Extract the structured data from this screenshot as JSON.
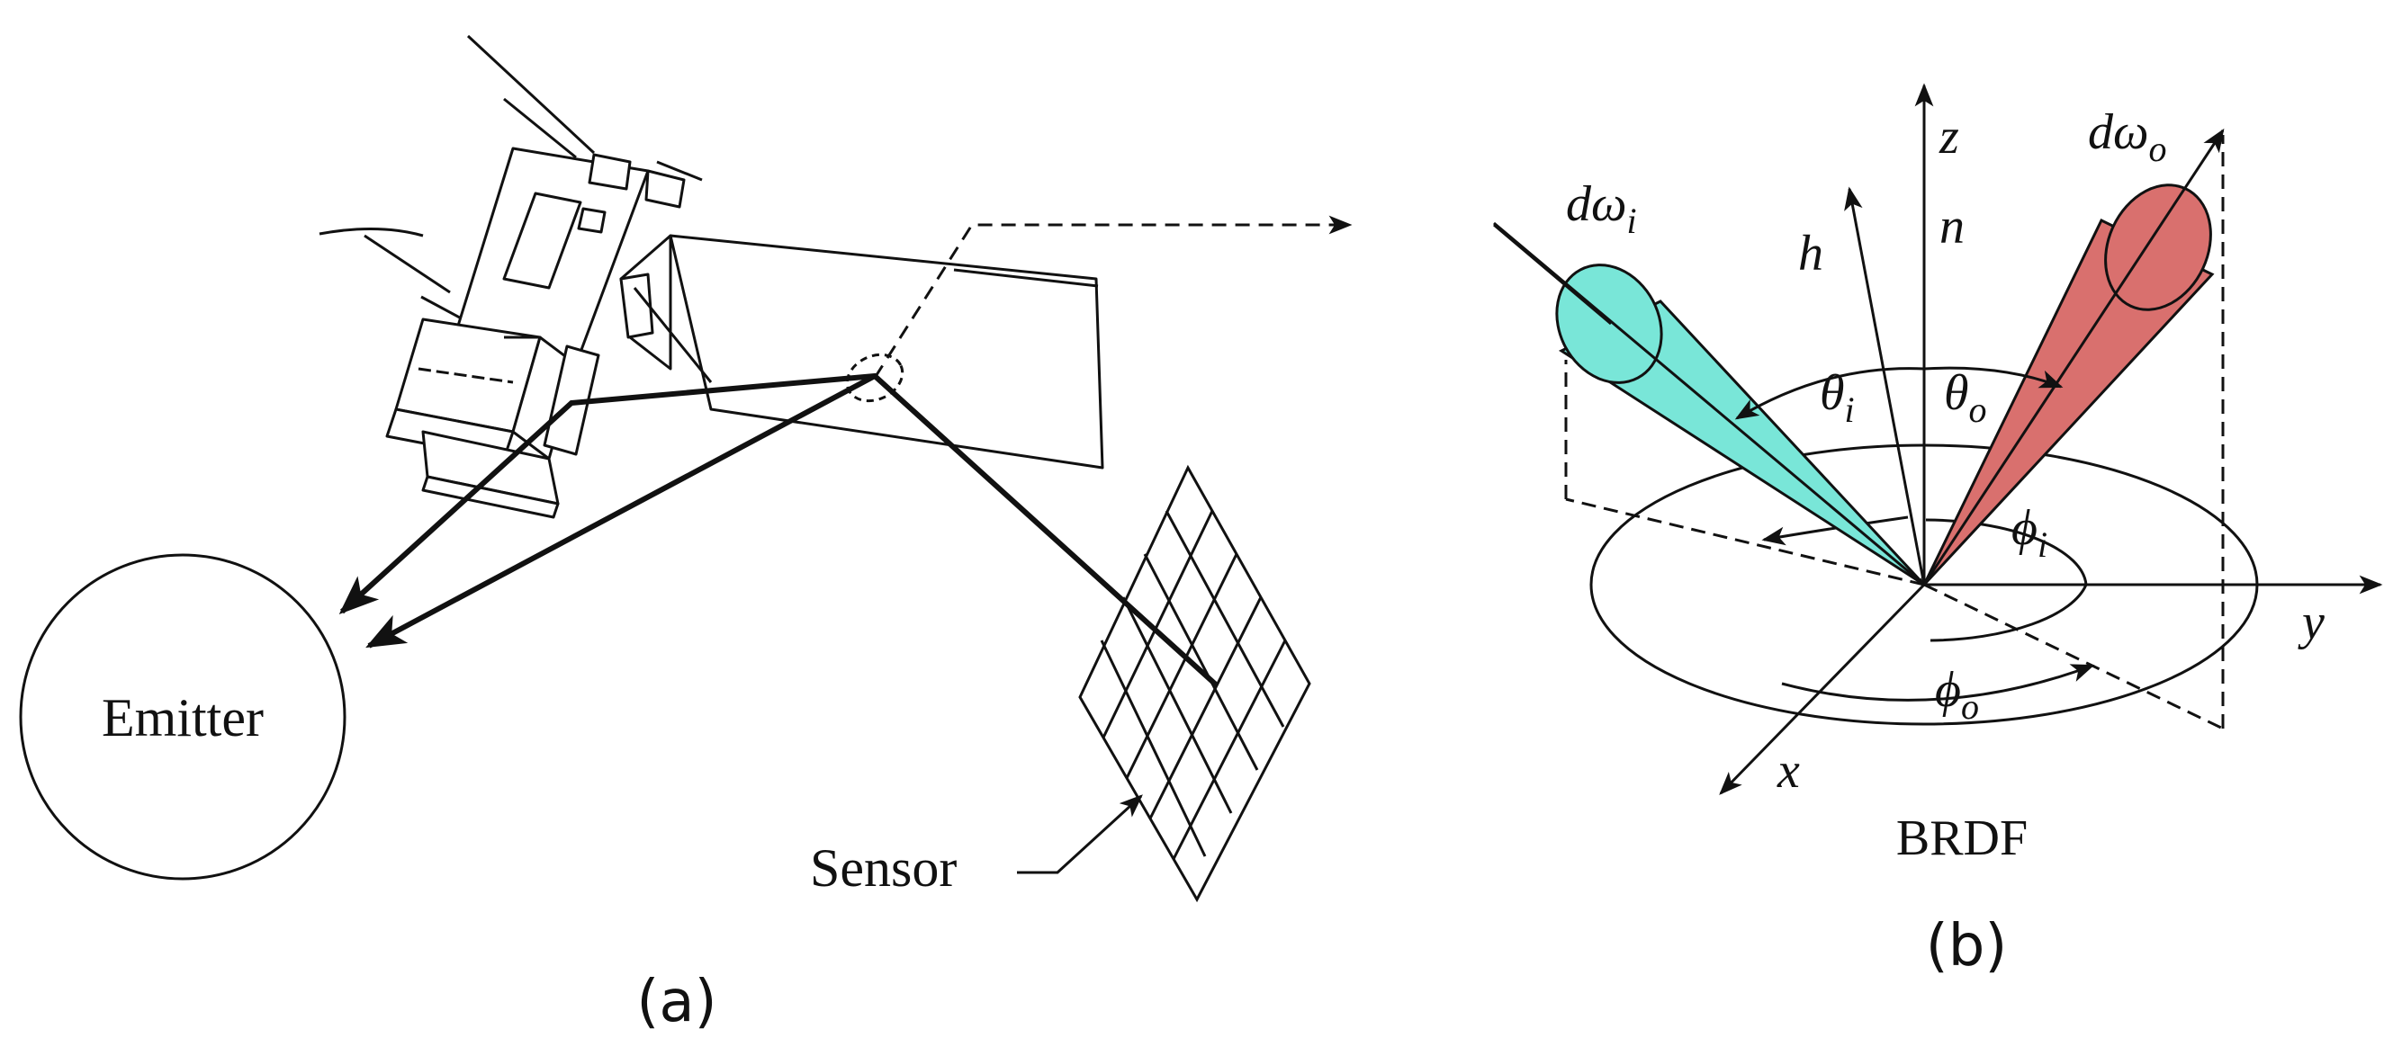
{
  "panel_a": {
    "label": "(a)",
    "emitter_label": "Emitter",
    "sensor_label": "Sensor"
  },
  "panel_b": {
    "label": "(b)",
    "caption": "BRDF",
    "axes": {
      "z": "z",
      "y": "y",
      "x": "x"
    },
    "vectors": {
      "normal": "n",
      "half": "h"
    },
    "solid_angles": {
      "incident": {
        "base": "dω",
        "sub": "i",
        "color": "#79e6d8"
      },
      "outgoing": {
        "base": "dω",
        "sub": "o",
        "color": "#d9706e"
      }
    },
    "angles": {
      "theta_i": {
        "base": "θ",
        "sub": "i"
      },
      "theta_o": {
        "base": "θ",
        "sub": "o"
      },
      "phi_i": {
        "base": "ϕ",
        "sub": "i"
      },
      "phi_o": {
        "base": "ϕ",
        "sub": "o"
      }
    }
  }
}
